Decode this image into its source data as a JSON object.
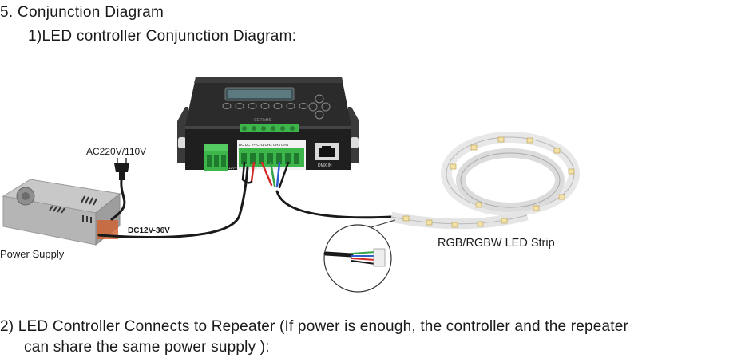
{
  "section_title": "5. Conjunction Diagram",
  "sub_title": "1)LED controller Conjunction Diagram:",
  "labels": {
    "ac_input": "AC220V/110V",
    "dc_output": "DC12V-36V",
    "power_supply": "Power Supply",
    "led_strip": "RGB/RGBW LED Strip"
  },
  "controller": {
    "terminal_header": "DC DC V+ CH1 CH2 CH3 CH4",
    "terminal_footer": "12V~36V DC OUTPUT 8A/CH",
    "dmx_port": "DMX IN",
    "brand_marks": "CE RoHS"
  },
  "note": {
    "line1": "2)  LED Controller Connects to Repeater (If power is enough, the controller and the repeater",
    "line2": "can share the same power supply ):"
  },
  "colors": {
    "controller_body": "#2b2b2b",
    "terminal_green": "#3cb54a",
    "wire_red": "#d42a2a",
    "wire_green": "#35a24a",
    "wire_blue": "#2f5fd0",
    "wire_black": "#1a1a1a"
  }
}
